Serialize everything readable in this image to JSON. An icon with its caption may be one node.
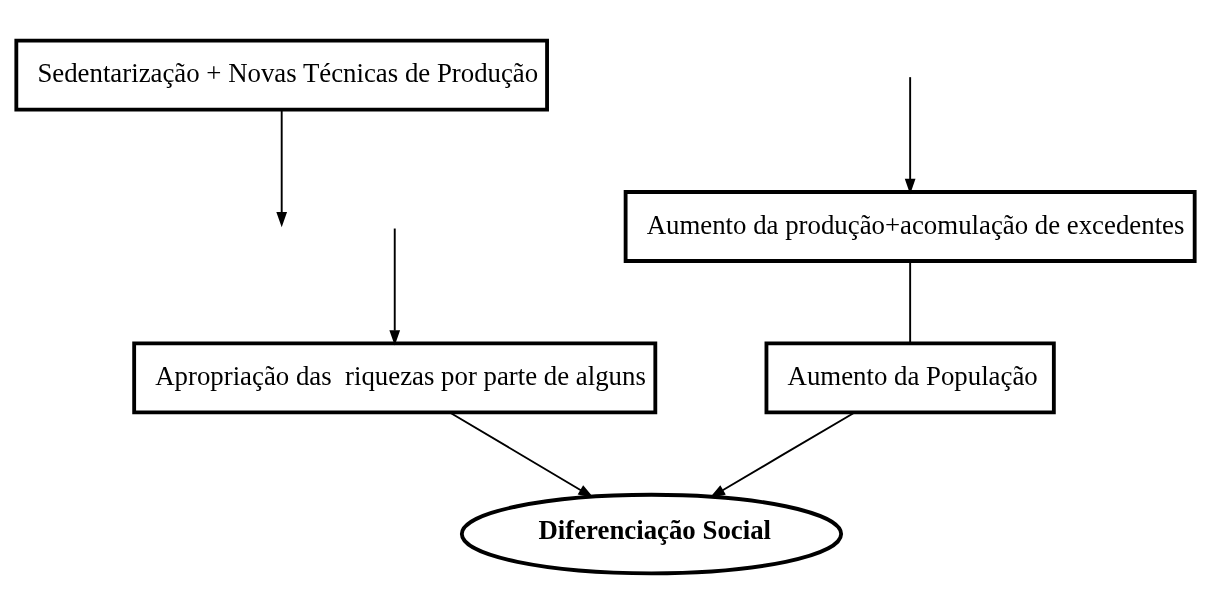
{
  "diagram": {
    "nodes": [
      {
        "text": [
          "Sedentarização + Novas Técnicas de Produção"
        ]
      },
      {
        "text": [
          "Aumento da produção+acomulação de excedentes"
        ]
      },
      {
        "text": [
          "Aumento da População"
        ]
      },
      {
        "text": [
          "Apropriação das  riquezas por parte de alguns"
        ]
      },
      {
        "text": [
          "Diferenciação Social"
        ]
      }
    ],
    "edges": [
      {
        "from": 0,
        "to": null,
        "arrow": "to"
      },
      {
        "from": null,
        "to": 1,
        "arrow": "to"
      },
      {
        "from": 1,
        "to": 2,
        "arrow": "none"
      },
      {
        "from": null,
        "to": 3,
        "arrow": "to"
      },
      {
        "from": 2,
        "to": 4,
        "arrow": "to"
      },
      {
        "from": 3,
        "to": 4,
        "arrow": "to"
      }
    ]
  }
}
